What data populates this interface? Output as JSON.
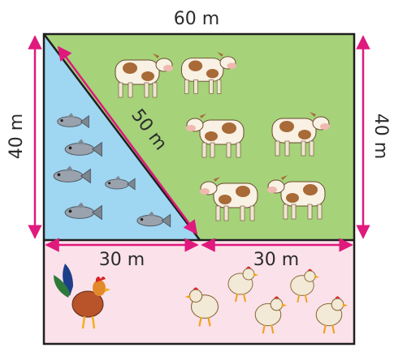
{
  "labels": {
    "top_width": "60 m",
    "left_height": "40 m",
    "right_height": "40 m",
    "diagonal": "50 m",
    "bottom_left": "30 m",
    "bottom_right": "30 m"
  },
  "colors": {
    "pasture": "#a6d27a",
    "pond": "#9fd6f2",
    "coop": "#fbe1ea",
    "outline": "#1f1f1f",
    "arrow": "#e0197d"
  },
  "animals": {
    "fish": 6,
    "cows": 6,
    "rooster": 1,
    "hens": 5
  }
}
